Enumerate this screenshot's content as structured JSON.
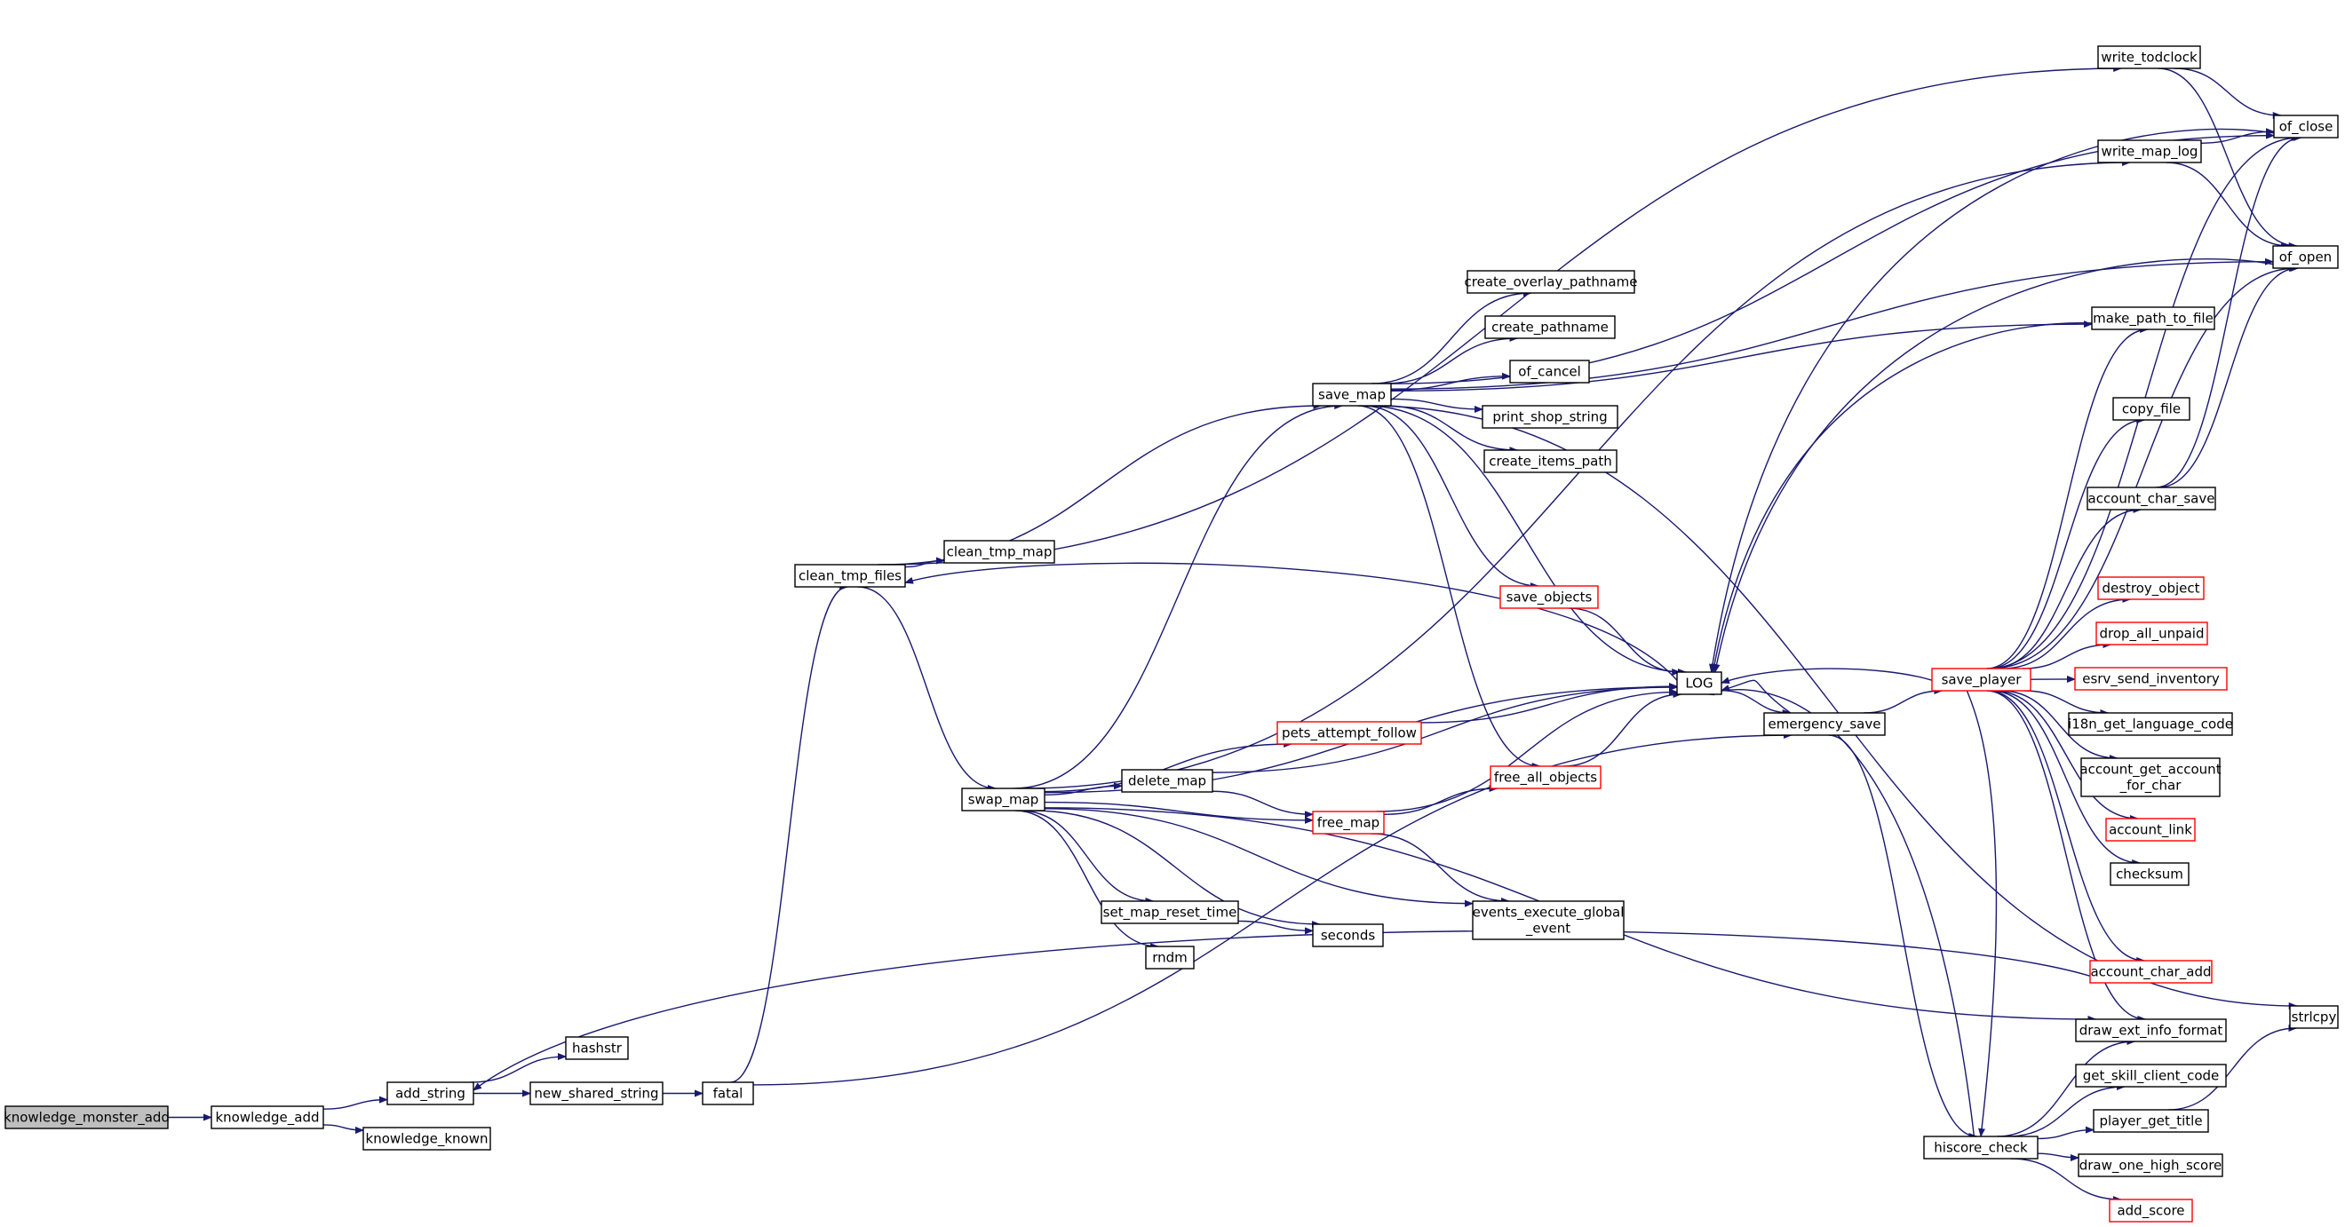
{
  "nodes": [
    {
      "id": "knowledge_monster_add",
      "lines": [
        "knowledge_monster_add"
      ],
      "style": "root"
    },
    {
      "id": "knowledge_add",
      "lines": [
        "knowledge_add"
      ],
      "style": "normal"
    },
    {
      "id": "add_string",
      "lines": [
        "add_string"
      ],
      "style": "normal"
    },
    {
      "id": "knowledge_known",
      "lines": [
        "knowledge_known"
      ],
      "style": "normal"
    },
    {
      "id": "hashstr",
      "lines": [
        "hashstr"
      ],
      "style": "normal"
    },
    {
      "id": "new_shared_string",
      "lines": [
        "new_shared_string"
      ],
      "style": "normal"
    },
    {
      "id": "fatal",
      "lines": [
        "fatal"
      ],
      "style": "normal"
    },
    {
      "id": "clean_tmp_files",
      "lines": [
        "clean_tmp_files"
      ],
      "style": "normal"
    },
    {
      "id": "clean_tmp_map",
      "lines": [
        "clean_tmp_map"
      ],
      "style": "normal"
    },
    {
      "id": "swap_map",
      "lines": [
        "swap_map"
      ],
      "style": "normal"
    },
    {
      "id": "save_map",
      "lines": [
        "save_map"
      ],
      "style": "normal"
    },
    {
      "id": "create_overlay_pathname",
      "lines": [
        "create_overlay_pathname"
      ],
      "style": "normal"
    },
    {
      "id": "create_pathname",
      "lines": [
        "create_pathname"
      ],
      "style": "normal"
    },
    {
      "id": "of_cancel",
      "lines": [
        "of_cancel"
      ],
      "style": "normal"
    },
    {
      "id": "print_shop_string",
      "lines": [
        "print_shop_string"
      ],
      "style": "normal"
    },
    {
      "id": "create_items_path",
      "lines": [
        "create_items_path"
      ],
      "style": "normal"
    },
    {
      "id": "save_objects",
      "lines": [
        "save_objects"
      ],
      "style": "truncated"
    },
    {
      "id": "pets_attempt_follow",
      "lines": [
        "pets_attempt_follow"
      ],
      "style": "truncated"
    },
    {
      "id": "delete_map",
      "lines": [
        "delete_map"
      ],
      "style": "normal"
    },
    {
      "id": "free_map",
      "lines": [
        "free_map"
      ],
      "style": "truncated"
    },
    {
      "id": "free_all_objects",
      "lines": [
        "free_all_objects"
      ],
      "style": "truncated"
    },
    {
      "id": "set_map_reset_time",
      "lines": [
        "set_map_reset_time"
      ],
      "style": "normal"
    },
    {
      "id": "rndm",
      "lines": [
        "rndm"
      ],
      "style": "normal"
    },
    {
      "id": "seconds",
      "lines": [
        "seconds"
      ],
      "style": "normal"
    },
    {
      "id": "events_execute_global_event",
      "lines": [
        "events_execute_global",
        "_event"
      ],
      "style": "normal"
    },
    {
      "id": "LOG",
      "lines": [
        "LOG"
      ],
      "style": "normal"
    },
    {
      "id": "emergency_save",
      "lines": [
        "emergency_save"
      ],
      "style": "normal"
    },
    {
      "id": "save_player",
      "lines": [
        "save_player"
      ],
      "style": "truncated"
    },
    {
      "id": "hiscore_check",
      "lines": [
        "hiscore_check"
      ],
      "style": "normal"
    },
    {
      "id": "write_todclock",
      "lines": [
        "write_todclock"
      ],
      "style": "normal"
    },
    {
      "id": "write_map_log",
      "lines": [
        "write_map_log"
      ],
      "style": "normal"
    },
    {
      "id": "of_close",
      "lines": [
        "of_close"
      ],
      "style": "normal"
    },
    {
      "id": "of_open",
      "lines": [
        "of_open"
      ],
      "style": "normal"
    },
    {
      "id": "make_path_to_file",
      "lines": [
        "make_path_to_file"
      ],
      "style": "normal"
    },
    {
      "id": "copy_file",
      "lines": [
        "copy_file"
      ],
      "style": "normal"
    },
    {
      "id": "account_char_save",
      "lines": [
        "account_char_save"
      ],
      "style": "normal"
    },
    {
      "id": "destroy_object",
      "lines": [
        "destroy_object"
      ],
      "style": "truncated"
    },
    {
      "id": "drop_all_unpaid",
      "lines": [
        "drop_all_unpaid"
      ],
      "style": "truncated"
    },
    {
      "id": "esrv_send_inventory",
      "lines": [
        "esrv_send_inventory"
      ],
      "style": "truncated"
    },
    {
      "id": "i18n_get_language_code",
      "lines": [
        "i18n_get_language_code"
      ],
      "style": "normal"
    },
    {
      "id": "account_get_account_for_char",
      "lines": [
        "account_get_account",
        "_for_char"
      ],
      "style": "normal"
    },
    {
      "id": "account_link",
      "lines": [
        "account_link"
      ],
      "style": "truncated"
    },
    {
      "id": "checksum",
      "lines": [
        "checksum"
      ],
      "style": "normal"
    },
    {
      "id": "account_char_add",
      "lines": [
        "account_char_add"
      ],
      "style": "truncated"
    },
    {
      "id": "draw_ext_info_format",
      "lines": [
        "draw_ext_info_format"
      ],
      "style": "normal"
    },
    {
      "id": "get_skill_client_code",
      "lines": [
        "get_skill_client_code"
      ],
      "style": "normal"
    },
    {
      "id": "player_get_title",
      "lines": [
        "player_get_title"
      ],
      "style": "normal"
    },
    {
      "id": "draw_one_high_score",
      "lines": [
        "draw_one_high_score"
      ],
      "style": "normal"
    },
    {
      "id": "add_score",
      "lines": [
        "add_score"
      ],
      "style": "truncated"
    },
    {
      "id": "strlcpy",
      "lines": [
        "strlcpy"
      ],
      "style": "normal"
    }
  ],
  "edges": [
    [
      "knowledge_monster_add",
      "knowledge_add"
    ],
    [
      "knowledge_add",
      "add_string"
    ],
    [
      "knowledge_add",
      "knowledge_known"
    ],
    [
      "add_string",
      "hashstr"
    ],
    [
      "add_string",
      "new_shared_string"
    ],
    [
      "new_shared_string",
      "fatal"
    ],
    [
      "fatal",
      "clean_tmp_files"
    ],
    [
      "fatal",
      "emergency_save"
    ],
    [
      "clean_tmp_files",
      "clean_tmp_map"
    ],
    [
      "clean_tmp_files",
      "save_map"
    ],
    [
      "clean_tmp_files",
      "swap_map"
    ],
    [
      "clean_tmp_files",
      "write_todclock"
    ],
    [
      "swap_map",
      "save_map"
    ],
    [
      "swap_map",
      "LOG"
    ],
    [
      "swap_map",
      "pets_attempt_follow"
    ],
    [
      "swap_map",
      "delete_map"
    ],
    [
      "swap_map",
      "free_map"
    ],
    [
      "swap_map",
      "set_map_reset_time"
    ],
    [
      "swap_map",
      "rndm"
    ],
    [
      "swap_map",
      "seconds"
    ],
    [
      "swap_map",
      "events_execute_global_event"
    ],
    [
      "swap_map",
      "write_map_log"
    ],
    [
      "swap_map",
      "draw_ext_info_format"
    ],
    [
      "save_map",
      "create_overlay_pathname"
    ],
    [
      "save_map",
      "create_pathname"
    ],
    [
      "save_map",
      "of_cancel"
    ],
    [
      "save_map",
      "print_shop_string"
    ],
    [
      "save_map",
      "create_items_path"
    ],
    [
      "save_map",
      "save_objects"
    ],
    [
      "save_map",
      "free_all_objects"
    ],
    [
      "save_map",
      "LOG"
    ],
    [
      "save_map",
      "of_close"
    ],
    [
      "save_map",
      "of_open"
    ],
    [
      "save_map",
      "make_path_to_file"
    ],
    [
      "save_map",
      "strlcpy"
    ],
    [
      "save_objects",
      "LOG"
    ],
    [
      "pets_attempt_follow",
      "LOG"
    ],
    [
      "delete_map",
      "free_map"
    ],
    [
      "delete_map",
      "LOG"
    ],
    [
      "free_map",
      "free_all_objects"
    ],
    [
      "free_map",
      "events_execute_global_event"
    ],
    [
      "free_map",
      "LOG"
    ],
    [
      "free_all_objects",
      "LOG"
    ],
    [
      "set_map_reset_time",
      "seconds"
    ],
    [
      "LOG",
      "clean_tmp_files"
    ],
    [
      "LOG",
      "emergency_save"
    ],
    [
      "emergency_save",
      "LOG"
    ],
    [
      "emergency_save",
      "save_player"
    ],
    [
      "emergency_save",
      "hiscore_check"
    ],
    [
      "save_player",
      "LOG"
    ],
    [
      "save_player",
      "make_path_to_file"
    ],
    [
      "save_player",
      "copy_file"
    ],
    [
      "save_player",
      "account_char_save"
    ],
    [
      "save_player",
      "destroy_object"
    ],
    [
      "save_player",
      "drop_all_unpaid"
    ],
    [
      "save_player",
      "esrv_send_inventory"
    ],
    [
      "save_player",
      "i18n_get_language_code"
    ],
    [
      "save_player",
      "account_get_account_for_char"
    ],
    [
      "save_player",
      "account_link"
    ],
    [
      "save_player",
      "checksum"
    ],
    [
      "save_player",
      "account_char_add"
    ],
    [
      "save_player",
      "draw_ext_info_format"
    ],
    [
      "save_player",
      "of_close"
    ],
    [
      "save_player",
      "of_open"
    ],
    [
      "save_player",
      "hiscore_check"
    ],
    [
      "hiscore_check",
      "LOG"
    ],
    [
      "hiscore_check",
      "draw_ext_info_format"
    ],
    [
      "hiscore_check",
      "get_skill_client_code"
    ],
    [
      "hiscore_check",
      "player_get_title"
    ],
    [
      "hiscore_check",
      "draw_one_high_score"
    ],
    [
      "hiscore_check",
      "add_score"
    ],
    [
      "account_char_add",
      "add_string"
    ],
    [
      "write_todclock",
      "of_close"
    ],
    [
      "write_todclock",
      "of_open"
    ],
    [
      "write_map_log",
      "of_close"
    ],
    [
      "write_map_log",
      "of_open"
    ],
    [
      "make_path_to_file",
      "LOG"
    ],
    [
      "of_close",
      "LOG"
    ],
    [
      "of_open",
      "LOG"
    ],
    [
      "account_char_save",
      "of_close"
    ],
    [
      "account_char_save",
      "of_open"
    ],
    [
      "player_get_title",
      "strlcpy"
    ]
  ],
  "colors": {
    "edge": "#191970",
    "root_fill": "#bfbfbf",
    "node_stroke": "#000000",
    "truncated_stroke": "#ff0000",
    "background": "#ffffff"
  }
}
